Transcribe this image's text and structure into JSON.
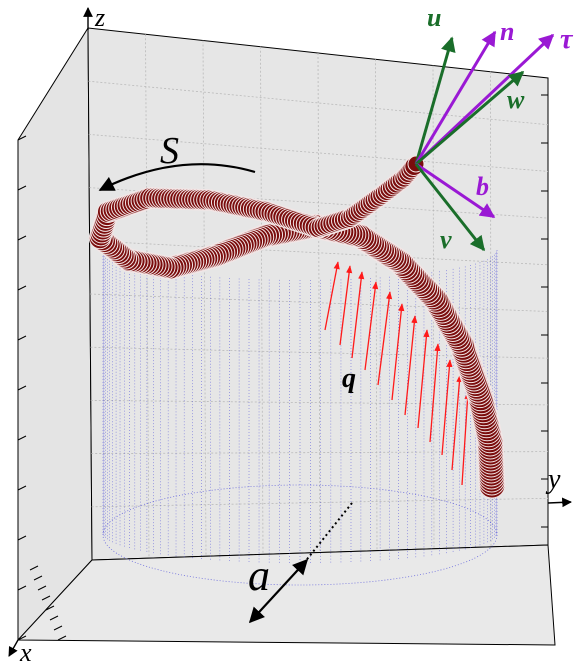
{
  "labels": {
    "axis_z": "z",
    "axis_y": "y",
    "axis_x": "x",
    "rotation": "S",
    "load": "q",
    "radius": "a",
    "vec_u": "u",
    "vec_n": "n",
    "vec_tau": "τ",
    "vec_w": "w",
    "vec_b": "b",
    "vec_v": "v"
  },
  "colors": {
    "rod": "#7a0c0c",
    "rod_ring": "#f3e6e6",
    "cylinder": "#3a3ad8",
    "load_arrows": "#ff1a1a",
    "frame_green": "#1a6e2a",
    "frame_purple": "#9a19d4",
    "box_fill": "#e4e4e4",
    "grid": "#b9b9b9",
    "ink": "#000000"
  },
  "icons": {
    "rotation_arrow": "curved-arrow-icon",
    "radius_arrow": "double-arrow-icon"
  }
}
